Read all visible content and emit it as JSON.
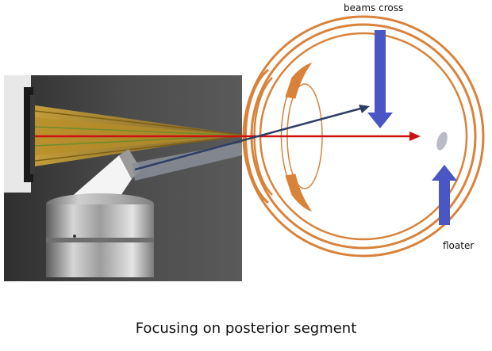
{
  "figure": {
    "caption": "Focusing on posterior segment",
    "labels": {
      "beams_cross": "beams cross",
      "floater": "floater"
    },
    "colors": {
      "eye_outline": "#d9823a",
      "laser_beam": "#cc1111",
      "aiming_beam": "#2e3f66",
      "indicator_arrow": "#4a56c4",
      "floater": "#b9bcc4",
      "lens_panel_bg": "#474747",
      "beam_cone": "#c9a23a"
    },
    "icons": [
      "down-arrow-icon",
      "up-arrow-icon"
    ]
  }
}
